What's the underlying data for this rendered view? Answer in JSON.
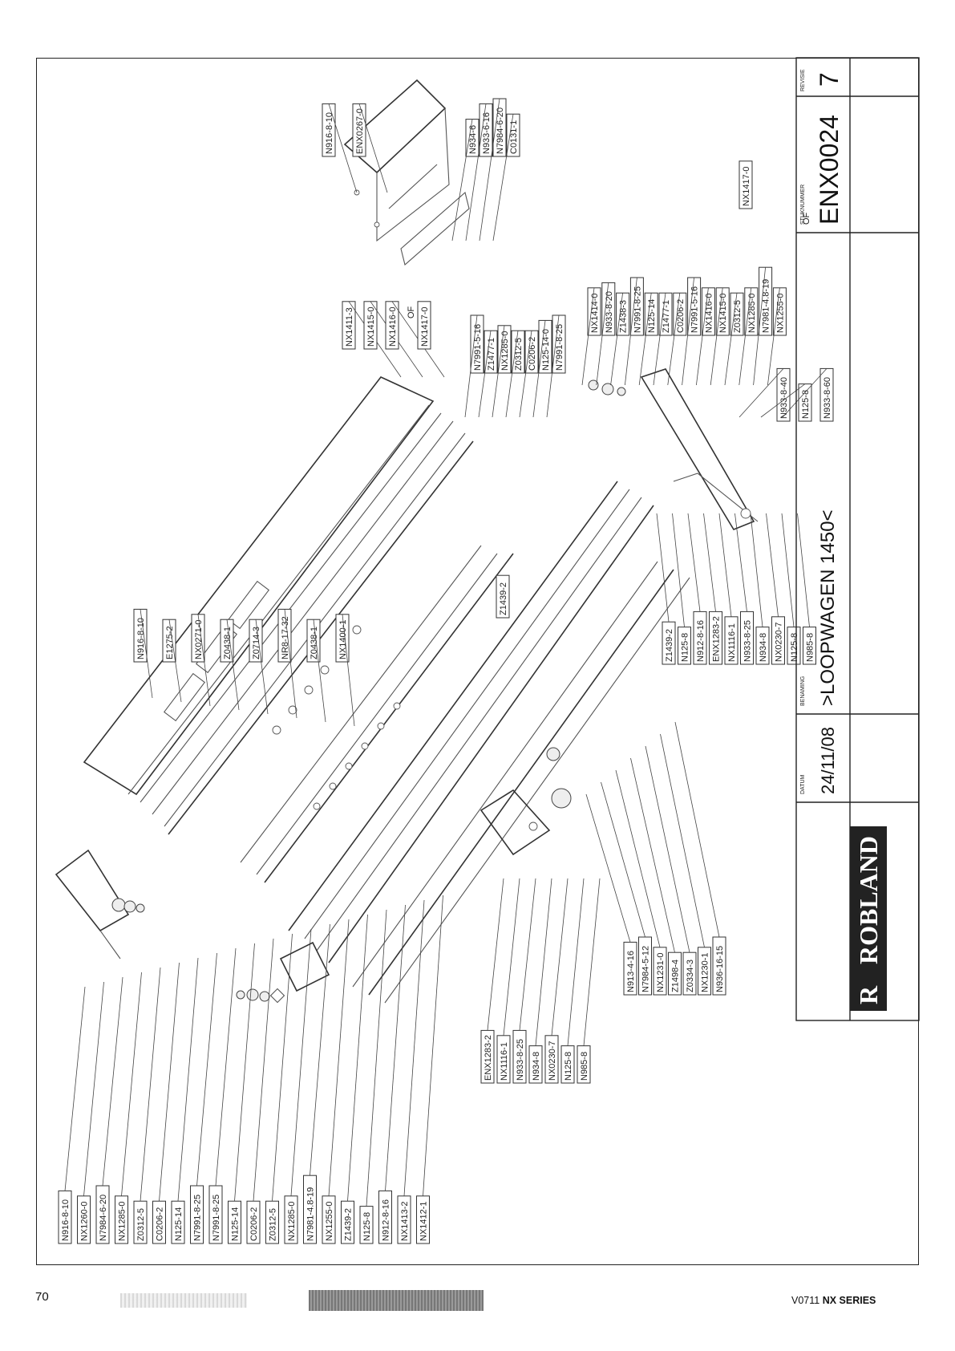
{
  "drawing": {
    "part_labels_left": [
      "N916-8-10",
      "NX1260-0",
      "N7984-6-20",
      "NX1285-0",
      "Z0312-5",
      "C0206-2",
      "N125-14",
      "N7991-8-25",
      "N7991-8-25",
      "N125-14",
      "C0206-2",
      "Z0312-5",
      "NX1285-0",
      "N7981-4.8-19",
      "NX1255-0",
      "Z1439-2",
      "N125-8",
      "N912-8-16",
      "NX1413-2",
      "NX1412-1"
    ],
    "part_labels_bottom_mid": [
      "ENX1283-2",
      "NX1116-1",
      "N933-8-25",
      "N934-8",
      "NX0230-7",
      "N125-8",
      "N985-8"
    ],
    "part_labels_bottom_right": [
      "N913-4-16",
      "N7984-5-12",
      "NX1231-0",
      "Z1498-4",
      "Z0334-3",
      "NX1230-1",
      "N936-16-15"
    ],
    "part_labels_top_left": [
      "N916-8-10",
      "E1275-2",
      "NX0271-0",
      "Z0438-1",
      "Z0714-3",
      "NR8-17-32",
      "Z0438-1",
      "NX1400-1"
    ],
    "part_labels_upper_center": [
      "NX1411-3",
      "NX1415-0",
      "NX1416-0",
      "OF",
      "NX1417-0"
    ],
    "part_labels_center_stack": [
      "N7991-5-16",
      "Z1477-1",
      "NX1285-0",
      "Z0312-5",
      "C0206-2",
      "N125-14-0",
      "N7991-8-25"
    ],
    "part_labels_top_inset": [
      "N916-8-10",
      "ENX0267-0",
      "N934-6",
      "N933-6-16",
      "N7984-6-20",
      "C0131-1"
    ],
    "part_labels_right_stack": [
      "NX1414-0",
      "N933-8-20",
      "Z1438-3",
      "N7991-8-25",
      "N125-14",
      "Z1477-1",
      "C0206-2",
      "N7991-5-16",
      "NX1416-0",
      "NX1415-0",
      "Z0312-5",
      "NX1285-0",
      "N7981-4.8-19",
      "NX1255-0"
    ],
    "part_label_right_of": "OF",
    "part_label_right_alt": "NX1417-0",
    "part_labels_right_bolts": [
      "N933-8-40",
      "N125-8",
      "N933-8-60"
    ],
    "part_labels_lower_right": [
      "Z1439-2",
      "N125-8",
      "N912-8-16",
      "ENX1283-2",
      "NX1116-1",
      "N933-8-25",
      "N934-8",
      "NX0230-7",
      "N125-8",
      "N985-8"
    ],
    "part_label_middle": "Z1439-2"
  },
  "title_block": {
    "logo_text": "ROBLAND",
    "datum_caption": "DATUM",
    "datum": "24/11/08",
    "benaming_caption": "BENAMING",
    "benaming": ">LOOPWAGEN 1450<",
    "stuknummer_caption": "STUKNUMMER",
    "stuknummer": "ENX0024",
    "revisie_caption": "REVISIE",
    "revisie": "7"
  },
  "footer": {
    "page_number": "70",
    "series_version": "V0711",
    "series_name": "NX SERIES"
  }
}
